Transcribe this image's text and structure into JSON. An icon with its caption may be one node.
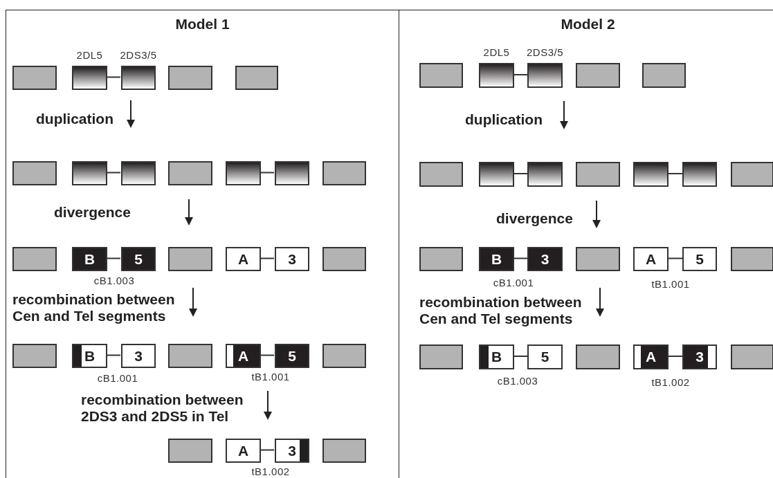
{
  "diagram": {
    "nodes": [
      {
        "text": [
          "Model 1"
        ]
      },
      {
        "text": [],
        "shape": "box",
        "in": 0
      },
      {
        "text": [],
        "shape": "box",
        "in": 0,
        "beside": [
          "2DL5"
        ]
      },
      {
        "text": [],
        "shape": "box",
        "in": 0,
        "beside": [
          "2DS3/5"
        ]
      },
      {
        "text": [],
        "shape": "box",
        "in": 0
      },
      {
        "text": [],
        "shape": "box",
        "in": 0
      },
      {
        "text": [],
        "shape": "box",
        "in": 0
      },
      {
        "text": [],
        "shape": "box",
        "in": 0
      },
      {
        "text": [],
        "shape": "box",
        "in": 0
      },
      {
        "text": [],
        "shape": "box",
        "in": 0
      },
      {
        "text": [],
        "shape": "box",
        "in": 0
      },
      {
        "text": [],
        "shape": "box",
        "in": 0
      },
      {
        "text": [],
        "shape": "box",
        "in": 0
      },
      {
        "text": [],
        "shape": "box",
        "in": 0
      },
      {
        "text": [
          "B"
        ],
        "in": 0
      },
      {
        "text": [
          "5"
        ],
        "in": 0
      },
      {
        "text": [],
        "shape": "box",
        "in": 0
      },
      {
        "text": [
          "A"
        ],
        "in": 0
      },
      {
        "text": [
          "3"
        ],
        "in": 0
      },
      {
        "text": [],
        "shape": "box",
        "in": 0
      },
      {
        "text": [],
        "shape": "box",
        "in": 0
      },
      {
        "text": [
          "B"
        ],
        "in": 0
      },
      {
        "text": [
          "3"
        ],
        "in": 0
      },
      {
        "text": [],
        "shape": "box",
        "in": 0
      },
      {
        "text": [
          "A"
        ],
        "in": 0
      },
      {
        "text": [
          "5"
        ],
        "in": 0
      },
      {
        "text": [],
        "shape": "box",
        "in": 0
      },
      {
        "text": [],
        "shape": "box",
        "in": 0
      },
      {
        "text": [
          "A"
        ],
        "in": 0
      },
      {
        "text": [
          "3"
        ],
        "in": 0
      },
      {
        "text": [],
        "shape": "box",
        "in": 0
      },
      {
        "text": [
          "Model 2"
        ]
      },
      {
        "text": [],
        "shape": "box",
        "in": 31
      },
      {
        "text": [],
        "shape": "box",
        "in": 31,
        "beside": [
          "2DL5"
        ]
      },
      {
        "text": [],
        "shape": "box",
        "in": 31,
        "beside": [
          "2DS3/5"
        ]
      },
      {
        "text": [],
        "shape": "box",
        "in": 31
      },
      {
        "text": [],
        "shape": "box",
        "in": 31
      },
      {
        "text": [],
        "shape": "box",
        "in": 31
      },
      {
        "text": [],
        "shape": "box",
        "in": 31
      },
      {
        "text": [],
        "shape": "box",
        "in": 31
      },
      {
        "text": [],
        "shape": "box",
        "in": 31
      },
      {
        "text": [],
        "shape": "box",
        "in": 31
      },
      {
        "text": [],
        "shape": "box",
        "in": 31
      },
      {
        "text": [],
        "shape": "box",
        "in": 31
      },
      {
        "text": [],
        "shape": "box",
        "in": 31
      },
      {
        "text": [
          "B"
        ],
        "in": 31
      },
      {
        "text": [
          "3"
        ],
        "in": 31
      },
      {
        "text": [],
        "shape": "box",
        "in": 31
      },
      {
        "text": [
          "A"
        ],
        "in": 31
      },
      {
        "text": [
          "5"
        ],
        "in": 31
      },
      {
        "text": [],
        "shape": "box",
        "in": 31
      },
      {
        "text": [],
        "shape": "box",
        "in": 31
      },
      {
        "text": [
          "B"
        ],
        "in": 31
      },
      {
        "text": [
          "5"
        ],
        "in": 31
      },
      {
        "text": [],
        "shape": "box",
        "in": 31
      },
      {
        "text": [
          "A"
        ],
        "in": 31
      },
      {
        "text": [
          "3"
        ],
        "in": 31
      },
      {
        "text": [],
        "shape": "box",
        "in": 31
      }
    ],
    "edges": [
      {
        "from": 2,
        "to": 3,
        "arrow": "none"
      },
      {
        "from": 7,
        "to": 8,
        "arrow": "none"
      },
      {
        "from": 10,
        "to": 11,
        "arrow": "none"
      },
      {
        "from": 14,
        "to": 15,
        "arrow": "none"
      },
      {
        "from": 17,
        "to": 18,
        "arrow": "none"
      },
      {
        "from": 21,
        "to": 22,
        "arrow": "none"
      },
      {
        "from": 24,
        "to": 25,
        "arrow": "none"
      },
      {
        "from": 28,
        "to": 29,
        "arrow": "none"
      },
      {
        "from": 33,
        "to": 34,
        "arrow": "none"
      },
      {
        "from": 38,
        "to": 39,
        "arrow": "none"
      },
      {
        "from": 41,
        "to": 42,
        "arrow": "none"
      },
      {
        "from": 45,
        "to": 46,
        "arrow": "none"
      },
      {
        "from": 48,
        "to": 49,
        "arrow": "none"
      },
      {
        "from": 52,
        "to": 53,
        "arrow": "none"
      },
      {
        "from": 55,
        "to": 56,
        "arrow": "none"
      }
    ],
    "labels": [
      "duplication",
      "divergence",
      "cB1.003",
      "recombination between Cen and Tel segments",
      "cB1.001",
      "tB1.001",
      "recombination between 2DS3 and 2DS5 in Tel",
      "tB1.002",
      "duplication",
      "divergence",
      "cB1.001",
      "tB1.001",
      "recombination between Cen and Tel segments",
      "cB1.003",
      "tB1.002"
    ]
  }
}
